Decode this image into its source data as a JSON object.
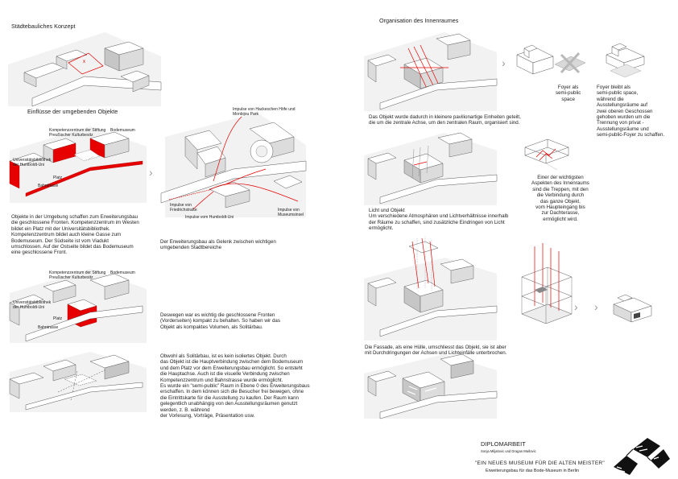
{
  "left": {
    "heading_konzept": "Städtebauliches Konzept",
    "heading_einfluesse": "Einflüsse der umgebenden Objekte",
    "label_x": "x",
    "labels": {
      "kompetenz": "Kompetenzzentrum der Stiftung\nPreußischer Kulturbesitz",
      "bodemuseum": "Bodemuseum",
      "bibliothek": "Universitätsbibliothek\nder Humboldt-Uni",
      "platz": "Platz",
      "bahntrasse": "Bahntrasse",
      "impulse_hackesche": "Impulse von Hackeschen Höfe und\nMonbijou Park",
      "impulse_friedrich": "Impulse von\nFriedrichstraße",
      "impulse_humboldt": "Impulse vom Humboldt-Uni",
      "impulse_museumsinsel": "Impulse von\nMuseumsinsel"
    },
    "text_objekte": "Objekte in der Umgebung schaffen zum Erweiterungsbau\ndie geschlossene Fronten. Kompetenzzentrum im Westen\nbildet ein Platz mit der Universitätsbibliothek.\nKompetenzzentrum bildet auch kleine Gasse zum\nBodemuseum. Der Südseite ist vom Viadukt\numschlossen. Auf der Ostseite bildet das Bodemuseum\neine geschlossene Front.",
    "text_gelenk": "Der Erweiterungsbau als Gelenk zwischen wichtigen\numgebenden Stadtbereiche",
    "text_deswegen": "Deswegen war es wichtig die geschlossene Fronten\n(Vorderseiten) kompakt zu behalten. So haben wir das\nObjekt als kompaktes Volumen, als Solitärbau.",
    "text_obwohl": "Obwohl als Solitärbau, ist es kein isoliertes Objekt. Durch\ndas Objekt ist die Hauptverbindung zwischen dem Bodemuseum\nund dem Platz vor dem Erweiterungsbau ermöglicht. So entsteht\ndie Hauptachse. Auch ist die visuelle Verbindung zwischen\nKompetenzzentrum und Bahnstrasse wurde ermöglicht.\nEs wurde ein \"semi-public\" Raum in Ebene 0 des Erweiterungsbaus\nerschaffen. In dem können sich die Besucher frei bewegen, ohne\ndie Eintrittskarte für die Ausstellung zu kaufen. Der Raum kann\ngelegentlich unabhängig von den Ausstellungsräumen genutzt\nwerden, z. B. während\nder Vorlesung, Vorträge, Präsentation usw."
  },
  "right": {
    "heading_organisation": "Organisation des Innenraumes",
    "text_foyer": "Foyer als\nsemi-public\nspace",
    "text_foyer_bleibt": "Foyer bleibt als\nsemi-public space,\nwährend die\nAusstellungsräume auf\nzwei oberen Geschossen\ngehoben wurden um die\nTrennung von privat -\nAusstellungsräume und\nsemi-public-Foyer zu schaffen.",
    "text_objekt": "Das Objekt wurde dadurch in kleinere pavilionartige Einheiten geteilt,\ndie um die zentrale Achse, um den zentralen Raum, organisiert sind.",
    "text_treppen": "Einer der wichtigsten\nAspekten des Innenraums\nsind die Treppen, mit den\ndie Verbindung durch\ndas ganze Objekt,\nvom Haupteingang bis\nzur Dachterasse,\nermöglicht wird.",
    "text_licht": "Licht und Objekt\nUm verschiedene Atmosphären und Lichtverhältnisse innerhalb\nder Räume zu schaffen, sind zusätzliche Eindringen von Licht\nermöglicht.",
    "text_fassade": "Die Fassade, als eine Hülle, umschliesst das Objekt, sie ist aber\nmit Durchdringungen der Achsen und Lichteinfälle unterbrochen."
  },
  "footer": {
    "diplom": "DIPLOMARBEIT",
    "authors": "Sonja Miljatovic und Dragan Mašovic",
    "title": "\"EIN NEUES MUSEUM FÜR DIE ALTEN MEISTER\"",
    "subtitle": "Erweiterungsbau für das Bode-Museum in Berlin"
  },
  "colors": {
    "accent": "#e60000",
    "grey": "#9a9a9a"
  },
  "icons": {
    "arrow": "chevron-right-icon",
    "logo": "museum-logo-icon"
  }
}
